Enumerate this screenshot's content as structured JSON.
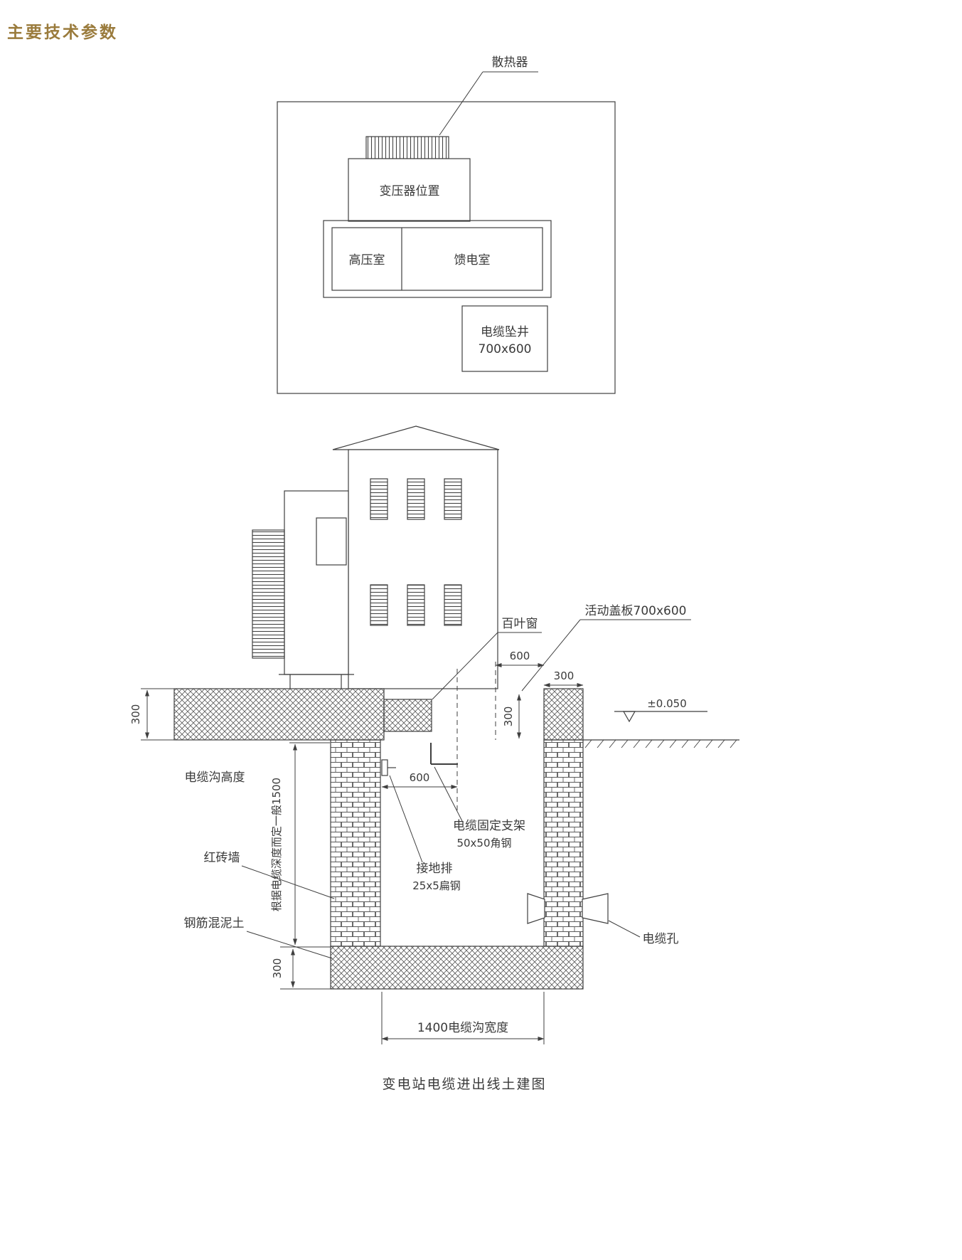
{
  "page": {
    "title": "主要技术参数",
    "caption": "变电站电缆进出线土建图"
  },
  "floor_plan": {
    "radiator": "散热器",
    "transformer_room": "变压器位置",
    "hv_room": "高压室",
    "feeder_room": "馈电室",
    "cable_well_line1": "电缆坠井",
    "cable_well_line2": "700x600"
  },
  "section": {
    "louver": "百叶窗",
    "cover_plate": "活动盖板700x600",
    "level": "±0.050",
    "trench_height": "电缆沟高度",
    "depth_note": "根据电缆深度而定一般1500",
    "red_brick_wall": "红砖墙",
    "reinforced_concrete": "钢筋混泥土",
    "cable_bracket_line1": "电缆固定支架",
    "cable_bracket_line2": "50x50角钢",
    "ground_bar_line1": "接地排",
    "ground_bar_line2": "25x5扁钢",
    "cable_hole": "电缆孔",
    "trench_width": "1400电缆沟宽度",
    "dims": {
      "d600_top": "600",
      "d300_side": "300",
      "d300_cover": "300",
      "d300_left": "300",
      "d600_inner": "600",
      "d300_bottom": "300"
    }
  }
}
